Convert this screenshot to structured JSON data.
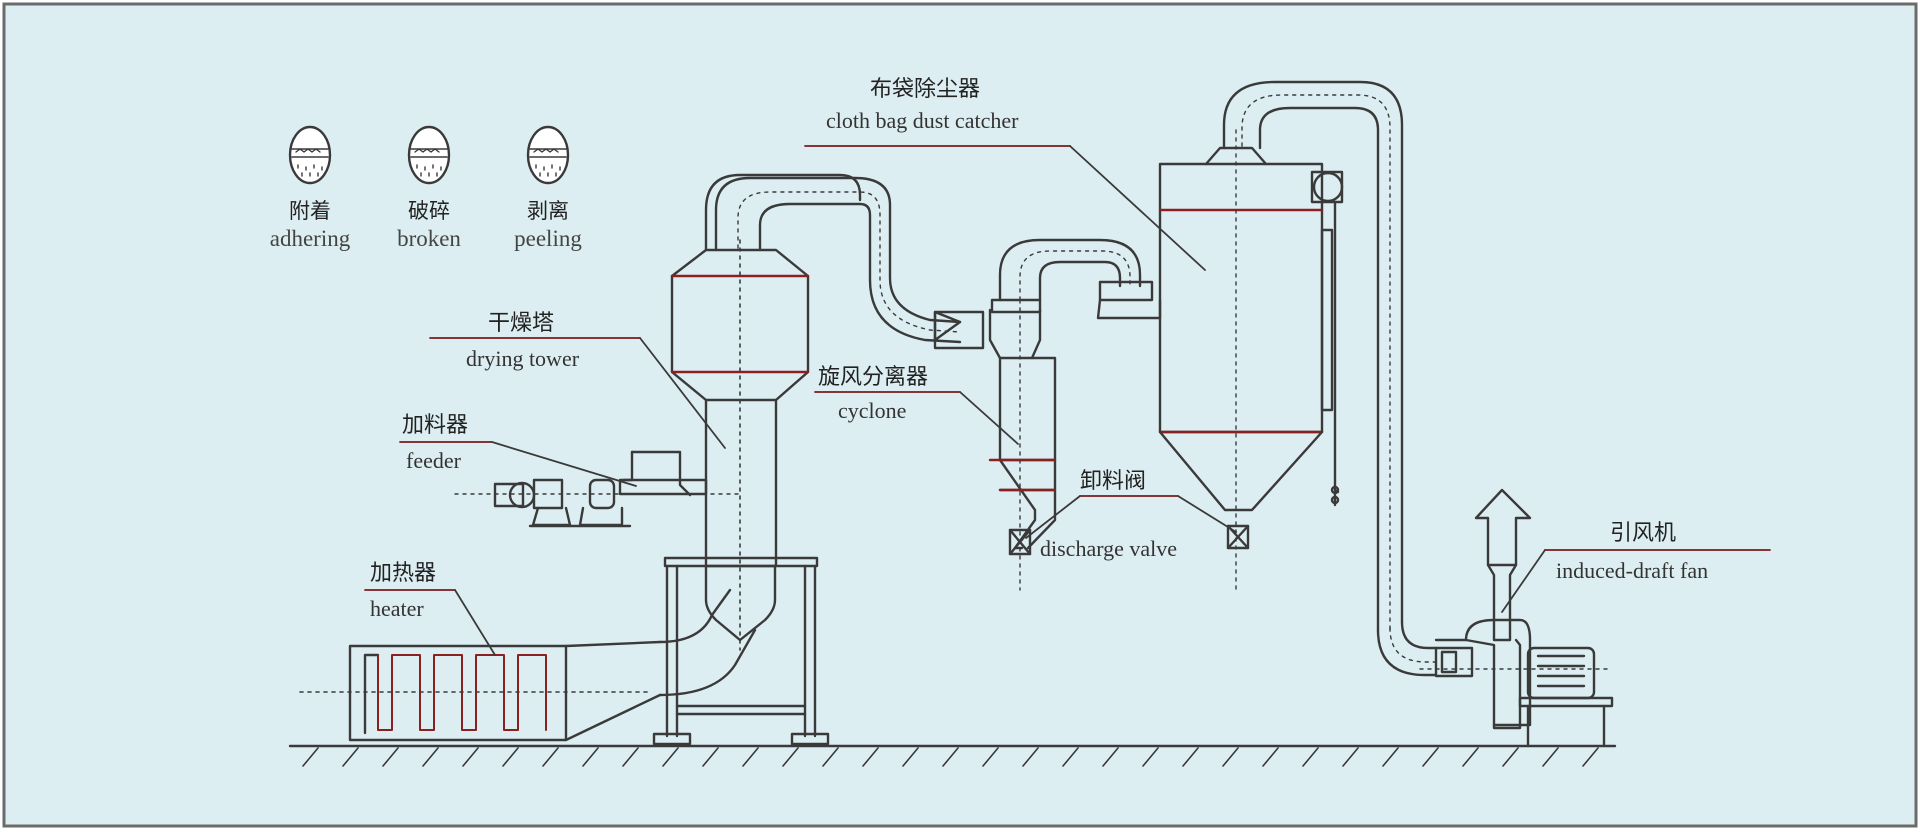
{
  "colors": {
    "background": "#ddeef2",
    "line": "#3a3a3a",
    "accent_red": "#8a2020",
    "leader_red": "#7a1b1b",
    "border": "#6b6b6b"
  },
  "state_icons": [
    {
      "cn": "附着",
      "en": "adhering",
      "icon": "droplet-adhering-icon"
    },
    {
      "cn": "破碎",
      "en": "broken",
      "icon": "droplet-broken-icon"
    },
    {
      "cn": "剥离",
      "en": "peeling",
      "icon": "droplet-peeling-icon"
    }
  ],
  "labels": {
    "bag_filter": {
      "cn": "布袋除尘器",
      "en": "cloth bag dust catcher"
    },
    "drying_tower": {
      "cn": "干燥塔",
      "en": "drying tower"
    },
    "cyclone": {
      "cn": "旋风分离器",
      "en": "cyclone"
    },
    "feeder": {
      "cn": "加料器",
      "en": "feeder"
    },
    "discharge_valve": {
      "cn": "卸料阀",
      "en": "discharge valve"
    },
    "heater": {
      "cn": "加热器",
      "en": "heater"
    },
    "fan": {
      "cn": "引风机",
      "en": "induced-draft fan"
    }
  }
}
